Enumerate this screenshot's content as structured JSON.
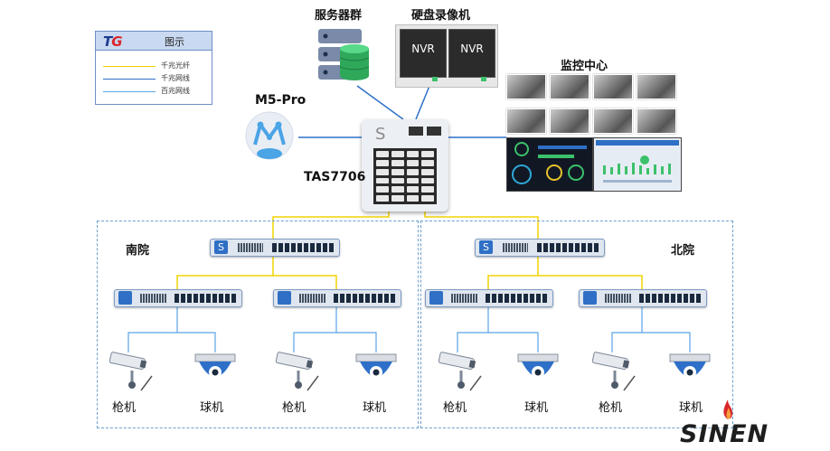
{
  "legend": {
    "logo": {
      "main": "T",
      "accent": "G"
    },
    "title": "图示",
    "items": [
      {
        "label": "千兆光纤",
        "color": "#f2d400"
      },
      {
        "label": "千兆网线",
        "color": "#2e70c9"
      },
      {
        "label": "百兆网线",
        "color": "#5aa4e8"
      }
    ]
  },
  "devices": {
    "server_group": "服务器群",
    "nvr_group": "硬盘录像机",
    "nvr_units": [
      "NVR",
      "NVR"
    ],
    "monitoring_center": "监控中心",
    "m5pro": "M5-Pro",
    "core_switch": "TAS7706",
    "core_switch_letter": "S"
  },
  "campuses": [
    {
      "name": "南院",
      "cameras": [
        "枪机",
        "球机",
        "枪机",
        "球机"
      ]
    },
    {
      "name": "北院",
      "cameras": [
        "枪机",
        "球机",
        "枪机",
        "球机"
      ]
    }
  ],
  "switch_letter": "S",
  "logo": {
    "text": "SINEN"
  },
  "colors": {
    "fiber": "#f2d400",
    "gigabit": "#2e70c9",
    "fast": "#5aa4e8",
    "zone_border": "#6e9fd0"
  }
}
